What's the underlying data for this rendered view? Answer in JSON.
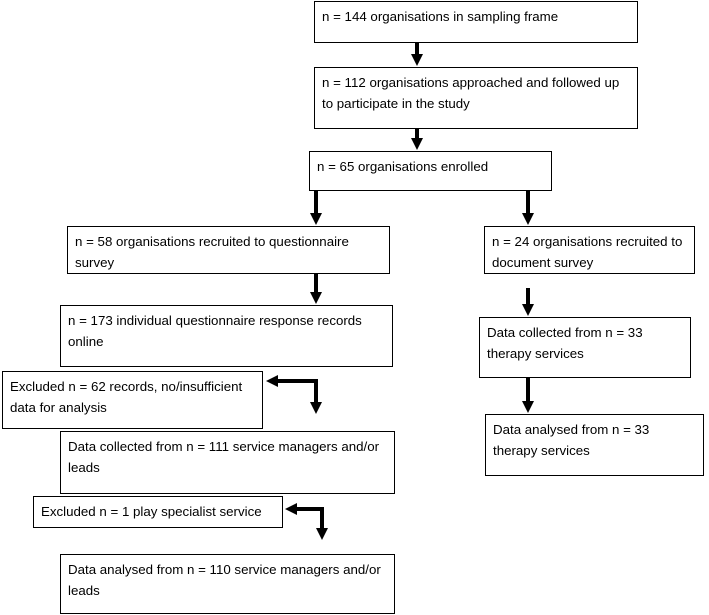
{
  "nodes": {
    "sampling_frame": "n = 144 organisations in sampling frame",
    "approached": "n = 112 organisations approached and followed up to participate in the study",
    "enrolled": "n = 65 organisations enrolled",
    "questionnaire_recruited": "n = 58 organisations recruited to questionnaire survey",
    "document_recruited": "n = 24 organisations recruited to document survey",
    "response_records": "n = 173 individual questionnaire response records online",
    "excluded_records": "Excluded n = 62 records, no/insufficient data for analysis",
    "collected_managers": "Data collected from n = 111 service managers and/or leads",
    "excluded_play": "Excluded n = 1 play specialist service",
    "analysed_managers": "Data analysed from n = 110 service managers and/or leads",
    "collected_therapy": "Data collected from n = 33 therapy services",
    "analysed_therapy": "Data analysed from n = 33 therapy services"
  }
}
